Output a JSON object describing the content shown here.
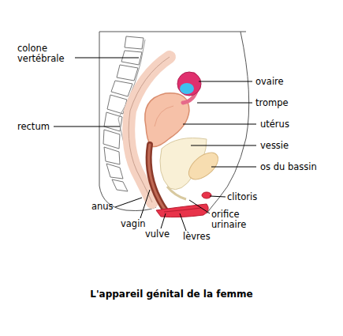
{
  "diagram": {
    "caption": "L'appareil génital de la femme",
    "labels": [
      "colone vertébrale",
      "rectum",
      "anus",
      "vagin",
      "vulve",
      "lèvres",
      "orifice urinaire",
      "clitoris",
      "os du bassin",
      "vessie",
      "utérus",
      "trompe",
      "ovaire"
    ]
  }
}
